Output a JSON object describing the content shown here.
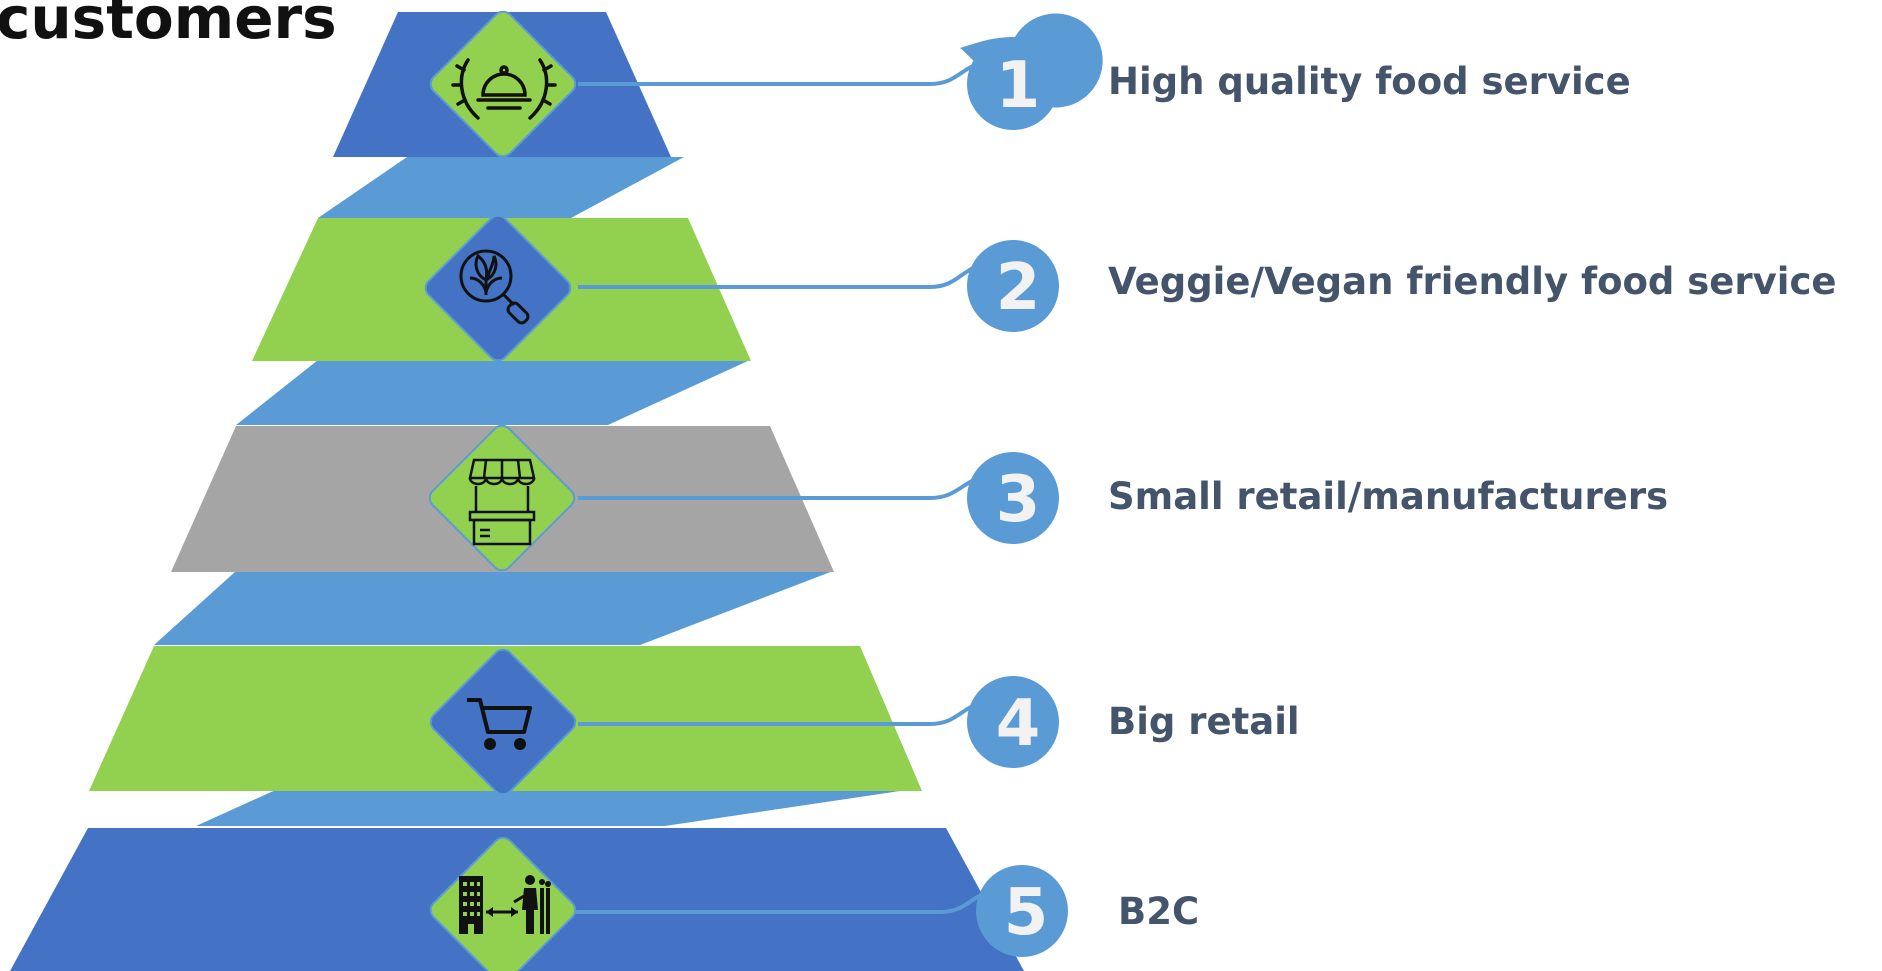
{
  "title": "customers",
  "colors": {
    "blue_dark": "#4472c4",
    "blue_light": "#5b9bd5",
    "green": "#92d050",
    "gray": "#a5a5a5",
    "label_text": "#44546a",
    "number_text": "#ffffff"
  },
  "levels": [
    {
      "number": "1",
      "label": "High quality food service",
      "band_color": "#4472c4",
      "icon": "cloche-laurel-icon",
      "icon_bg": "#92d050"
    },
    {
      "number": "2",
      "label": "Veggie/Vegan friendly food service",
      "band_color": "#92d050",
      "icon": "plant-magnifier-icon",
      "icon_bg": "#4472c4"
    },
    {
      "number": "3",
      "label": "Small retail/manufacturers",
      "band_color": "#a5a5a5",
      "icon": "market-stall-icon",
      "icon_bg": "#92d050"
    },
    {
      "number": "4",
      "label": "Big retail",
      "band_color": "#92d050",
      "icon": "shopping-cart-icon",
      "icon_bg": "#4472c4"
    },
    {
      "number": "5",
      "label": "B2C",
      "band_color": "#4472c4",
      "icon": "business-to-consumer-icon",
      "icon_bg": "#92d050"
    }
  ]
}
